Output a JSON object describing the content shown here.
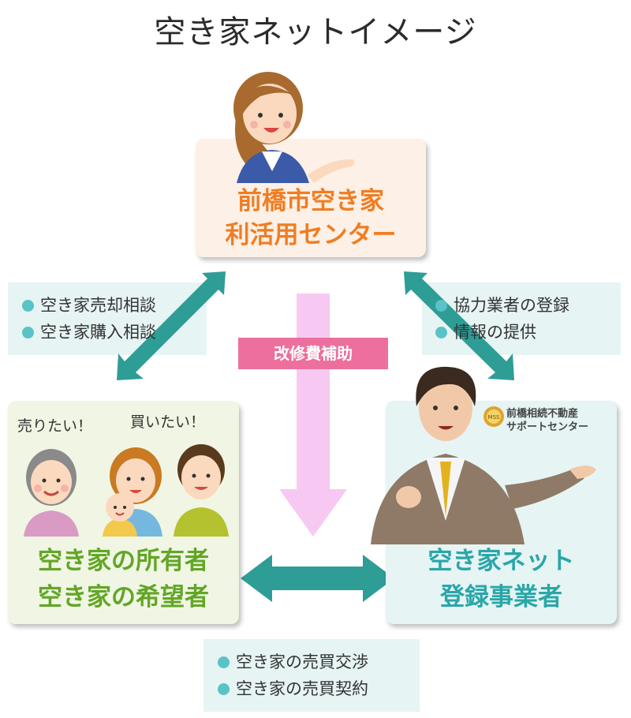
{
  "title": "空き家ネットイメージ",
  "center": {
    "line1": "前橋市空き家",
    "line2": "利活用センター"
  },
  "owner": {
    "line1": "空き家の所有者",
    "line2": "空き家の希望者",
    "speech_sell": "売りたい！",
    "speech_buy": "買いたい！"
  },
  "dealer": {
    "line1": "空き家ネット",
    "line2": "登録事業者",
    "logo_line1": "前橋相続不動産",
    "logo_line2": "サポートセンター",
    "logo_emblem": "MSS"
  },
  "subsidy_label": "改修費補助",
  "left_info": [
    "空き家売却相談",
    "空き家購入相談"
  ],
  "right_info": [
    "協力業者の登録",
    "情報の提供"
  ],
  "bottom_info": [
    "空き家の売買交渉",
    "空き家の売買契約"
  ],
  "colors": {
    "teal_arrow": "#2e9d96",
    "pink_arrow": "#f7c9f2",
    "bullet": "#59c3c7",
    "center_text": "#f07d22",
    "owner_text": "#62a626",
    "dealer_text": "#2aa6a8",
    "subsidy_bg": "#ec6f9d"
  }
}
